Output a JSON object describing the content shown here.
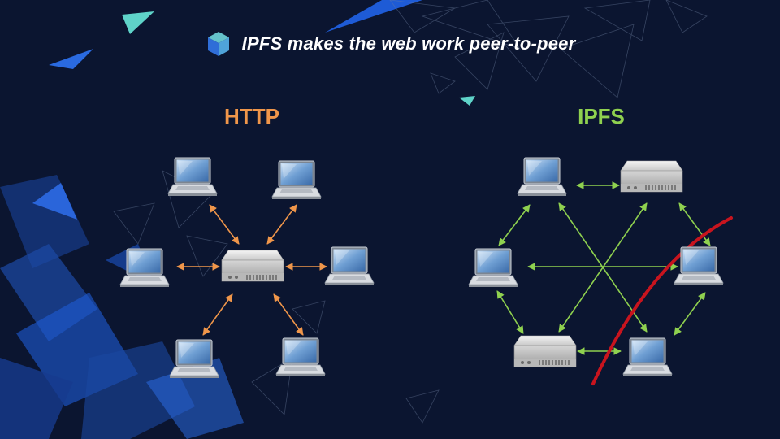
{
  "banner": {
    "title": "IPFS makes the web work peer-to-peer",
    "logo_icon": "ipfs-cube-icon"
  },
  "http": {
    "label": "HTTP",
    "color": "#f0964a",
    "topology": "client-server",
    "clients": 6,
    "servers": 1
  },
  "ipfs": {
    "label": "IPFS",
    "color": "#8fd14f",
    "topology": "peer-to-peer mesh",
    "laptops": 4,
    "servers": 2,
    "partition_line_color": "#c8141e"
  },
  "background": {
    "base": "#0b1530",
    "accent_blue": "#1e5bd6",
    "accent_teal": "#5fd3c9"
  }
}
